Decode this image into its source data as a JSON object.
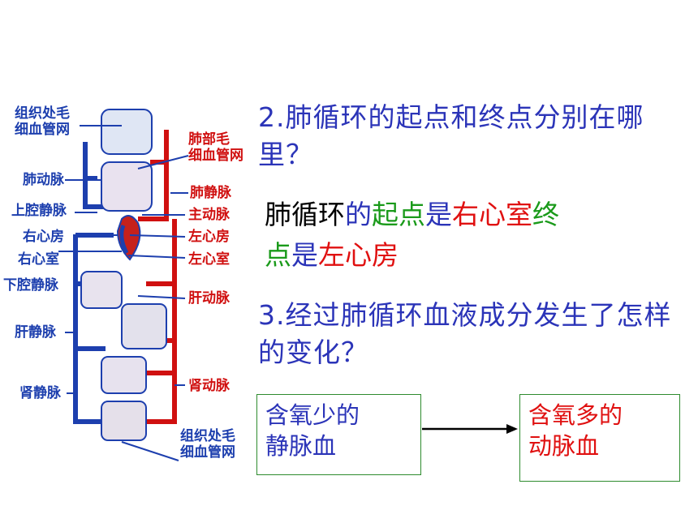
{
  "diagram": {
    "labels": {
      "tissue_capillary_top": "组织处毛\n细血管网",
      "lung_capillary": "肺部毛\n细血管网",
      "pulmonary_artery": "肺动脉",
      "pulmonary_vein": "肺静脉",
      "superior_vena_cava": "上腔静脉",
      "aorta": "主动脉",
      "right_atrium": "右心房",
      "left_atrium": "左心房",
      "right_ventricle": "右心室",
      "left_ventricle": "左心室",
      "inferior_vena_cava": "下腔静脉",
      "hepatic_artery": "肝动脉",
      "hepatic_vein": "肝静脉",
      "renal_vein": "肾静脉",
      "renal_artery": "肾动脉",
      "tissue_capillary_bottom": "组织处毛\n细血管网"
    },
    "colors": {
      "vein": "#1d3fae",
      "artery": "#d01010"
    }
  },
  "question2": "2.肺循环的起点和终点分别在哪里？",
  "answer2": {
    "segments": [
      {
        "text": "肺循环",
        "color": "#000000"
      },
      {
        "text": "的",
        "color": "#2b34b8"
      },
      {
        "text": "起点",
        "color": "#1a9a1a"
      },
      {
        "text": "是",
        "color": "#2b34b8"
      },
      {
        "text": "右心室",
        "color": "#e01010"
      },
      {
        "text": "终",
        "color": "#1a9a1a"
      },
      {
        "text": "点",
        "color": "#1a9a1a"
      },
      {
        "text": "是",
        "color": "#2b34b8"
      },
      {
        "text": "左心房",
        "color": "#e01010"
      }
    ]
  },
  "question3": "3.经过肺循环血液成分发生了怎样的变化？",
  "change": {
    "from": "含氧少的静脉血",
    "to": "含氧多的动脉血",
    "from_color": "#2b34b8",
    "to_color": "#e01010"
  }
}
